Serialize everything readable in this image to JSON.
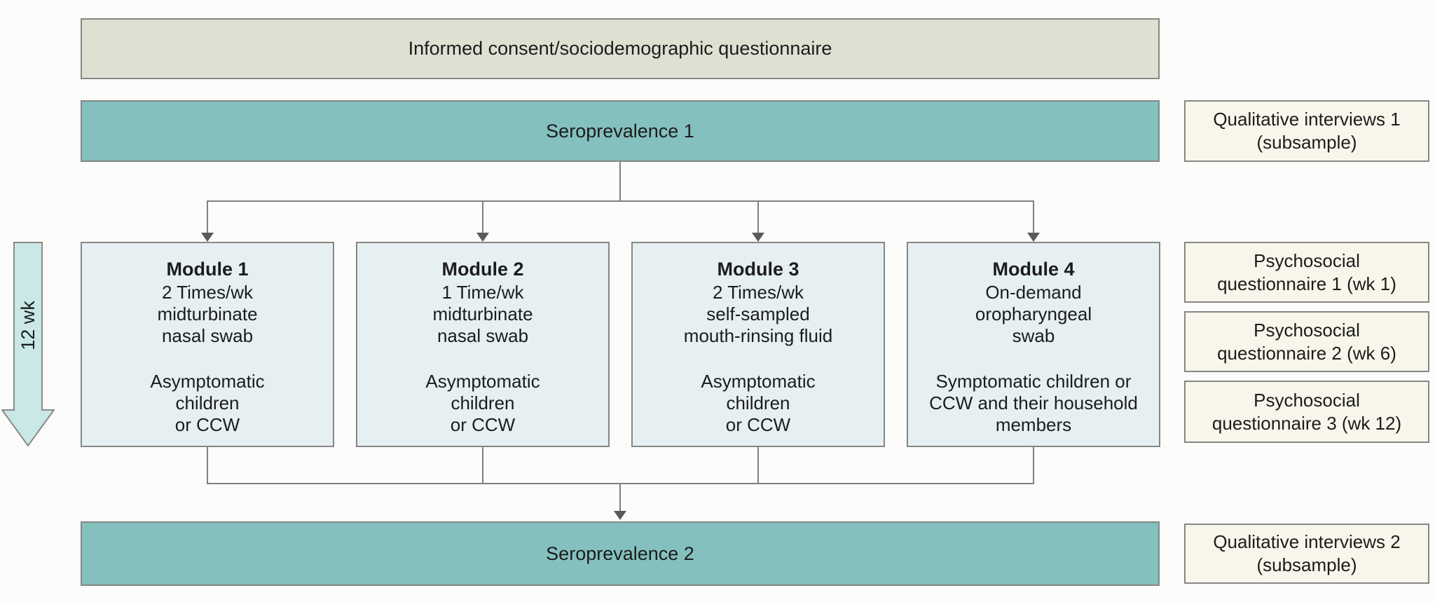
{
  "palette": {
    "teal": "#84c0be",
    "module-fill": "#e6f0f2",
    "cream": "#f8f6ea",
    "sage": "#dfe0d2",
    "arrow-fill": "#c9e8e6",
    "line": "#7f7f7f",
    "arrowhead": "#5a5a5a",
    "border": "#868686",
    "text": "#1c1c1c",
    "bg": "#fcfcfa"
  },
  "consent_box": {
    "label": "Informed consent/sociodemographic questionnaire"
  },
  "seroprevalence1": {
    "label": "Seroprevalence 1"
  },
  "seroprevalence2": {
    "label": "Seroprevalence 2"
  },
  "qualitative1": {
    "line1": "Qualitative interviews 1",
    "line2": "(subsample)"
  },
  "qualitative2": {
    "line1": "Qualitative interviews 2",
    "line2": "(subsample)"
  },
  "timeline_arrow": {
    "label": "12 wk"
  },
  "modules": [
    {
      "title": "Module 1",
      "procedure": [
        "2 Times/wk",
        "midturbinate",
        "nasal swab"
      ],
      "population": [
        "Asymptomatic",
        "children",
        "or CCW"
      ]
    },
    {
      "title": "Module 2",
      "procedure": [
        "1 Time/wk",
        "midturbinate",
        "nasal swab"
      ],
      "population": [
        "Asymptomatic",
        "children",
        "or CCW"
      ]
    },
    {
      "title": "Module 3",
      "procedure": [
        "2 Times/wk",
        "self-sampled",
        "mouth-rinsing fluid"
      ],
      "population": [
        "Asymptomatic",
        "children",
        "or CCW"
      ]
    },
    {
      "title": "Module 4",
      "procedure": [
        "On-demand",
        "oropharyngeal",
        "swab"
      ],
      "population": [
        "Symptomatic children or",
        "CCW and their household",
        "members"
      ]
    }
  ],
  "psychosocial": [
    {
      "line1": "Psychosocial",
      "line2": "questionnaire 1 (wk 1)"
    },
    {
      "line1": "Psychosocial",
      "line2": "questionnaire 2 (wk 6)"
    },
    {
      "line1": "Psychosocial",
      "line2": "questionnaire 3 (wk 12)"
    }
  ]
}
